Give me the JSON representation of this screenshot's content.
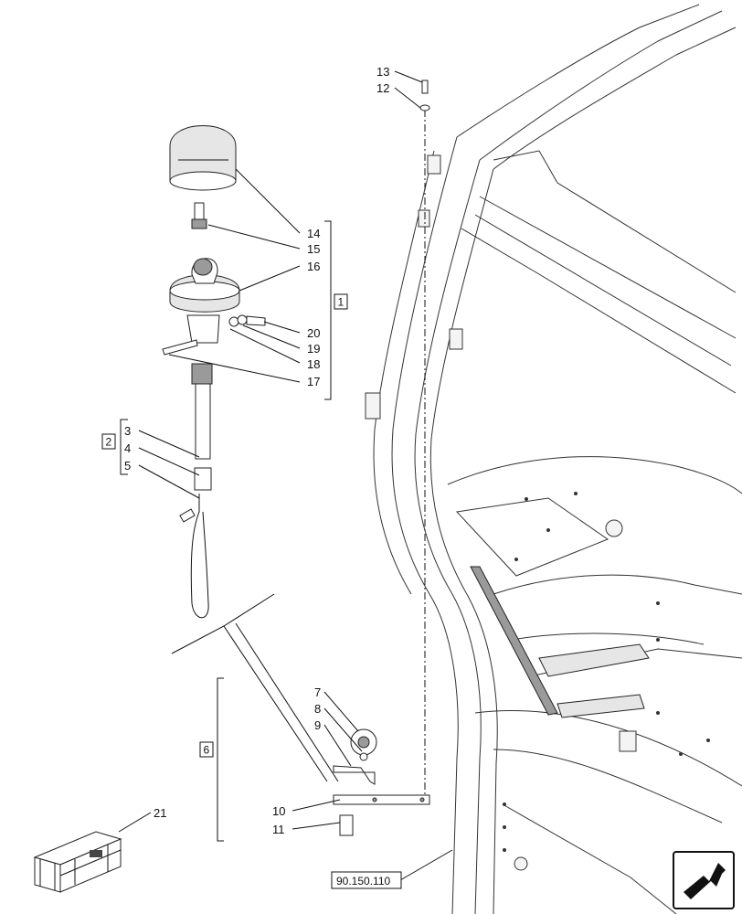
{
  "callouts": {
    "c1": "1",
    "c2": "2",
    "c3": "3",
    "c4": "4",
    "c5": "5",
    "c6": "6",
    "c7": "7",
    "c8": "8",
    "c9": "9",
    "c10": "10",
    "c11": "11",
    "c12": "12",
    "c13": "13",
    "c14": "14",
    "c15": "15",
    "c16": "16",
    "c17": "17",
    "c18": "18",
    "c19": "19",
    "c20": "20",
    "c21": "21"
  },
  "reference": "90.150.110",
  "nav_icon": "next-page-arrow-icon",
  "kit_icon": "parts-kit-crate-icon"
}
